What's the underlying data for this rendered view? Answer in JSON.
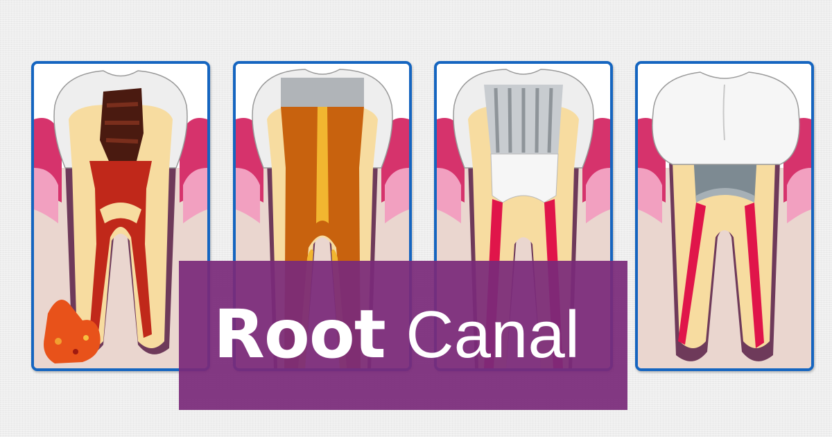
{
  "title": {
    "word_bold": "Root",
    "word_light": "Canal"
  },
  "colors": {
    "panel_border": "#1565c0",
    "title_box": "#7a2a7a",
    "gum": "#d6336c",
    "dentin": "#f7dca0",
    "pulp_infected": "#c0281a",
    "decay": "#4a1a10",
    "filling_gutta": "#c8620e",
    "canal_red": "#e0154a",
    "bone": "#ead6cf",
    "crown": "#f4f4f4",
    "post_metal": "#7d8a92"
  },
  "panels": [
    {
      "stage": "infected-tooth",
      "icon": "decayed-tooth-icon"
    },
    {
      "stage": "canal-cleaned-filled",
      "icon": "filled-canal-tooth-icon"
    },
    {
      "stage": "temporary-filling",
      "icon": "temporary-filling-tooth-icon"
    },
    {
      "stage": "crown-placed",
      "icon": "crowned-tooth-icon"
    }
  ]
}
